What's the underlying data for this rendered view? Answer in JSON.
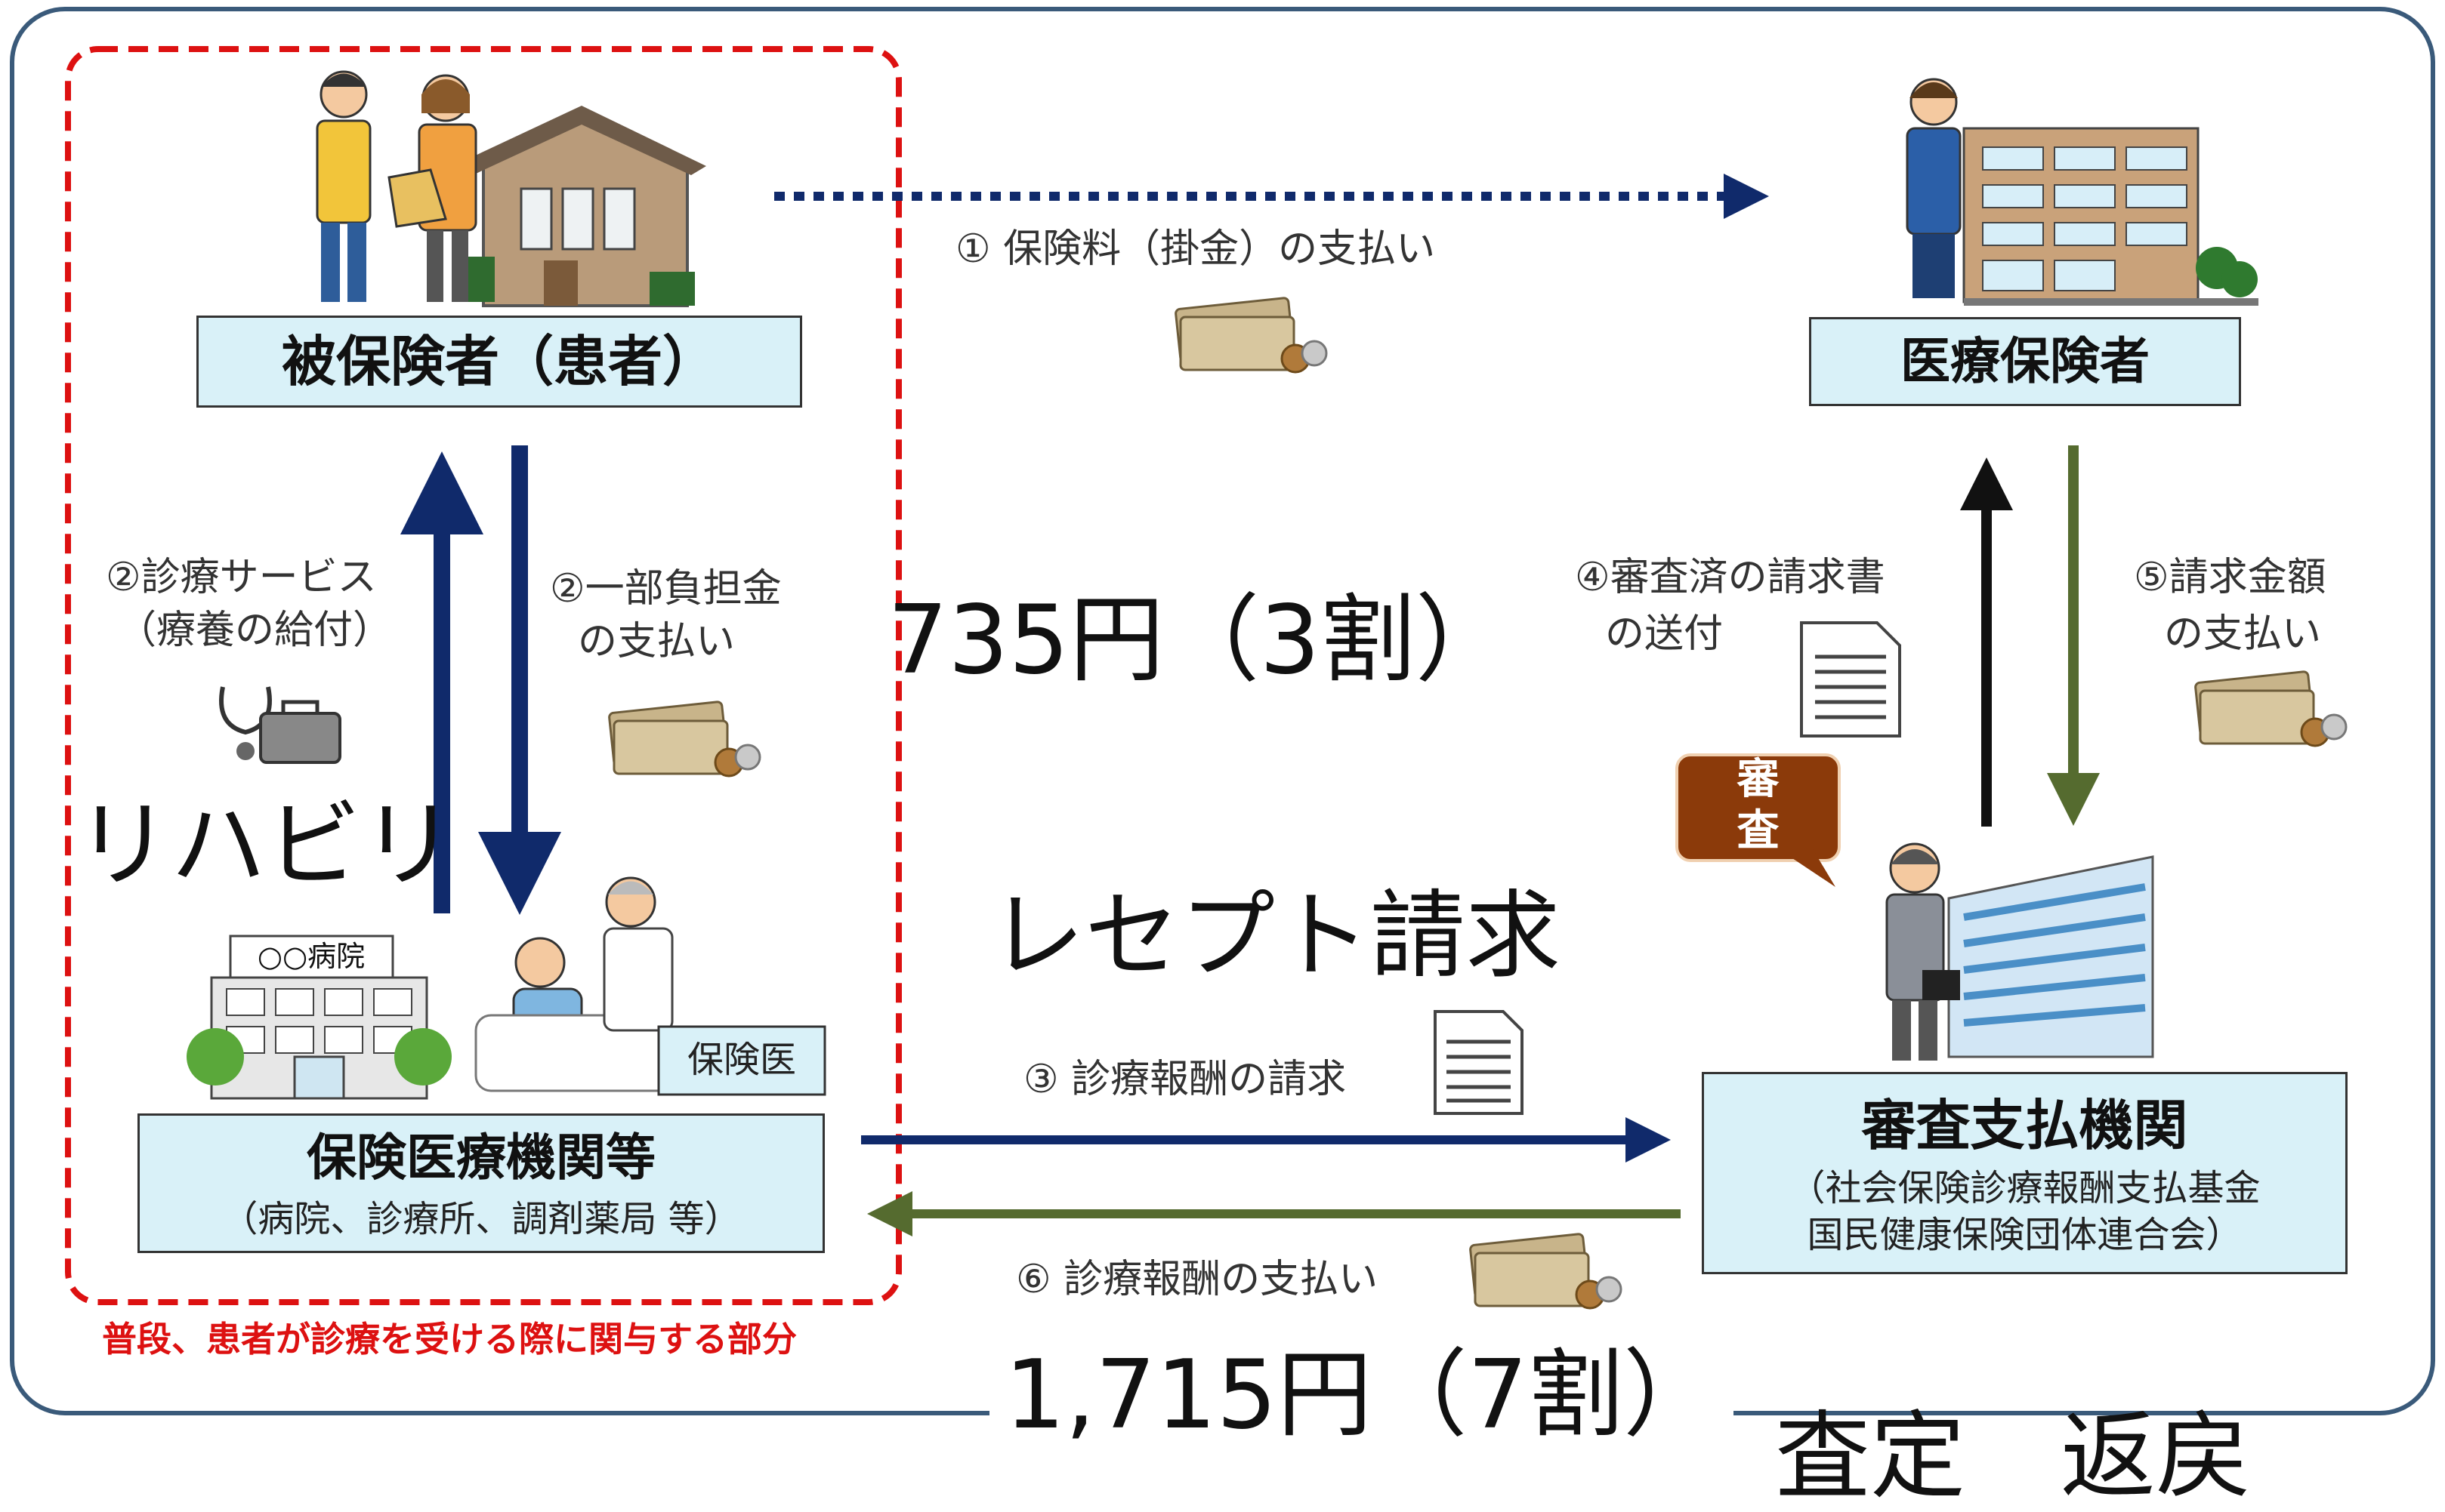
{
  "insured": {
    "title": "被保険者（患者）"
  },
  "insurer": {
    "title": "医療保険者"
  },
  "facility": {
    "title": "保険医療機関等",
    "subtitle": "（病院、診療所、調剤薬局 等）"
  },
  "examiner": {
    "title": "審査支払機関",
    "subtitle_line1": "（社会保険診療報酬支払基金",
    "subtitle_line2": "国民健康保険団体連合会）",
    "speech_bubble": [
      "審",
      "査"
    ]
  },
  "hospital_sign": "○○病院",
  "doctor_tag": "保険医",
  "flows": {
    "f1": "① 保険料（掛金）の支払い",
    "f2a_line1": "②診療サービス",
    "f2a_line2": "（療養の給付）",
    "f2b_line1": "②一部負担金",
    "f2b_line2": "の支払い",
    "f3": "③ 診療報酬の請求",
    "f4_line1": "④審査済の請求書",
    "f4_line2": "の送付",
    "f5_line1": "⑤請求金額",
    "f5_line2": "の支払い",
    "f6": "⑥ 診療報酬の支払い"
  },
  "region_caption": "普段、患者が診療を受ける際に関与する部分",
  "overlays": {
    "copay": "735円（3割）",
    "rehab": "リハビリ",
    "receipt": "レセプト請求",
    "reimburse": "1,715円（7割）",
    "bottom_partial": "査定　返戻"
  },
  "colors": {
    "frame": "#3a5a7a",
    "dashed_region": "#dd1111",
    "navy_arrow": "#102a6b",
    "olive_arrow": "#556b2f",
    "box_fill": "#d9f1f8",
    "bubble": "#8b3a0a"
  }
}
